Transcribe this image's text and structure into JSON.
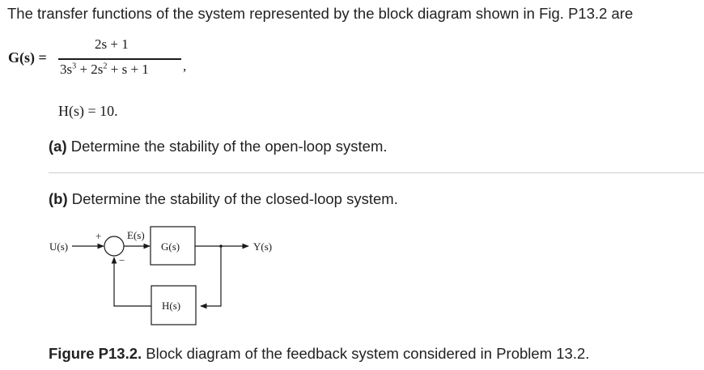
{
  "problem": {
    "intro": "The transfer functions of the system represented by the block diagram shown in Fig. P13.2 are",
    "G_label": "G(s) =",
    "G_numerator": "2s + 1",
    "G_denominator_html": "3s<sup>3</sup> + 2s<sup>2</sup> + s + 1",
    "G_trailing": ",",
    "H_equation": "H(s) = 10.",
    "part_a_label": "(a)",
    "part_a_text": " Determine the stability of the open-loop system.",
    "part_b_label": "(b)",
    "part_b_text": " Determine the stability of the closed-loop system."
  },
  "diagram": {
    "input_label": "U(s)",
    "output_label": "Y(s)",
    "error_label": "E(s)",
    "forward_block": "G(s)",
    "feedback_block": "H(s)",
    "plus_sign": "+",
    "minus_sign": "−"
  },
  "caption": {
    "label": "Figure P13.2.",
    "text": " Block diagram of the feedback system considered in Problem 13.2."
  }
}
